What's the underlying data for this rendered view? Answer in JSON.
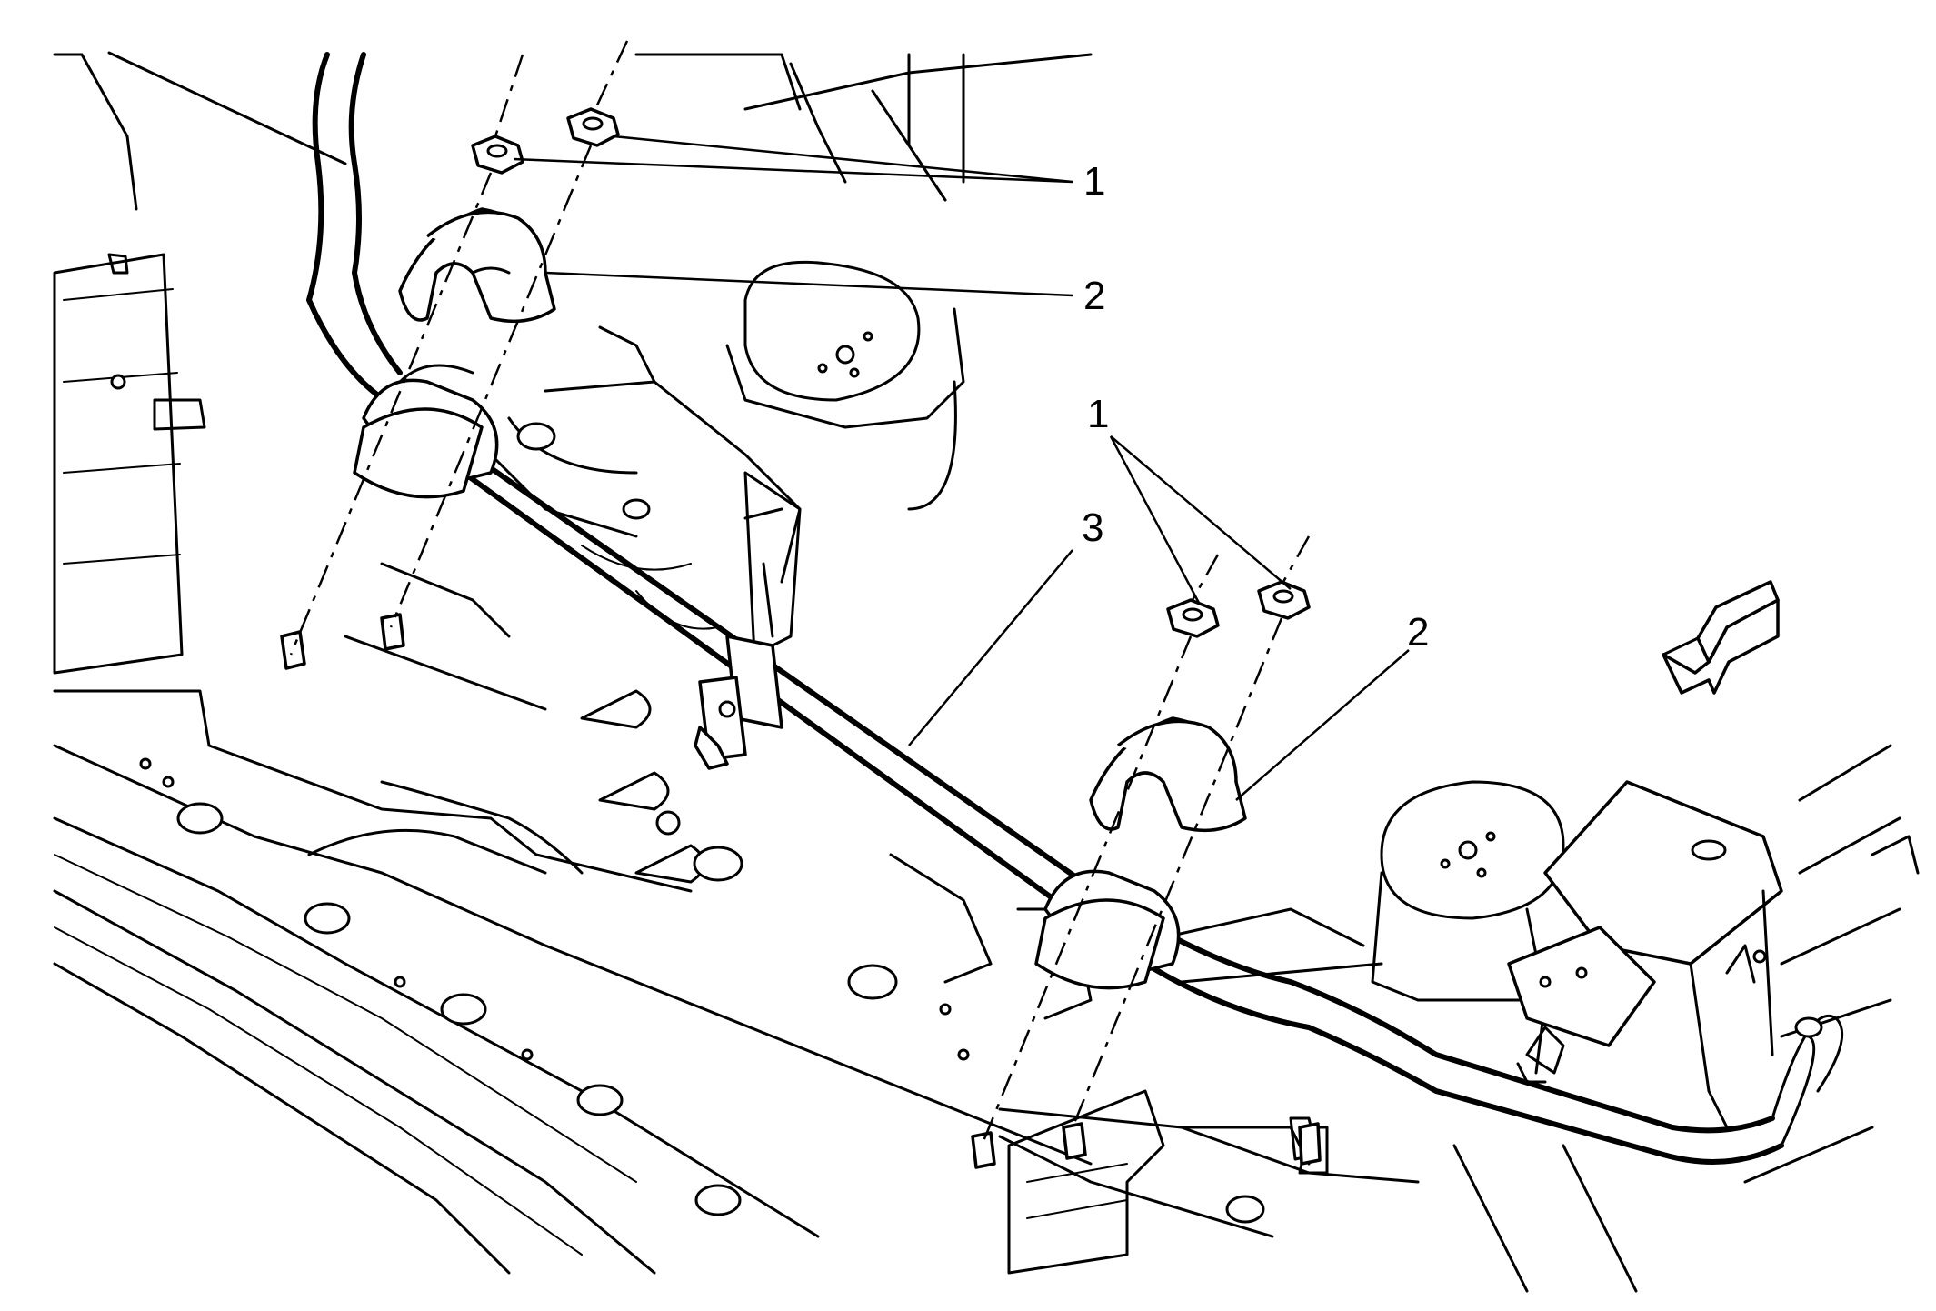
{
  "callouts": [
    {
      "id": "c1a",
      "text": "1"
    },
    {
      "id": "c2a",
      "text": "2"
    },
    {
      "id": "c1b",
      "text": "1"
    },
    {
      "id": "c3",
      "text": "3"
    },
    {
      "id": "c2b",
      "text": "2"
    }
  ],
  "colors": {
    "line": "#000000",
    "background": "#ffffff"
  },
  "icons": {
    "direction": "front-direction-arrow-icon"
  }
}
